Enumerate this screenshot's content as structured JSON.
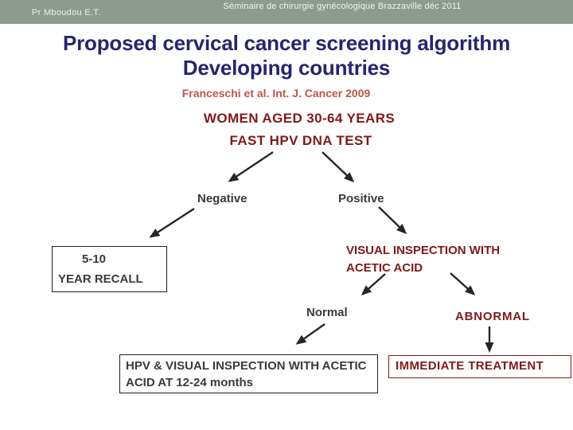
{
  "colors": {
    "header_bg": "#8c9a90",
    "title_navy": "#25256e",
    "citation_terracotta": "#c0544c",
    "maroon": "#801919",
    "gray_text": "#3a3a3a",
    "arrow_black": "#262626"
  },
  "header": {
    "presenter": "Pr Mboudou E.T.",
    "seminar": "Séminaire de chirurgie gynécologique Brazzaville déc 2011"
  },
  "slide": {
    "title_line1": "Proposed cervical cancer screening algorithm",
    "title_line2": "Developing countries",
    "citation": "Franceschi et al. Int. J. Cancer 2009"
  },
  "flowchart": {
    "population": "WOMEN AGED 30-64 YEARS",
    "test": "FAST HPV DNA TEST",
    "negative_label": "Negative",
    "positive_label": "Positive",
    "recall_line1": "5-10",
    "recall_line2": "YEAR RECALL",
    "via_line1": "VISUAL INSPECTION WITH",
    "via_line2": "ACETIC ACID",
    "normal_label": "Normal",
    "abnormal_label": "ABNORMAL",
    "followup_line1": "HPV & VISUAL INSPECTION WITH ACETIC",
    "followup_line2": "ACID AT 12-24 months",
    "treatment_label": "IMMEDIATE TREATMENT"
  }
}
